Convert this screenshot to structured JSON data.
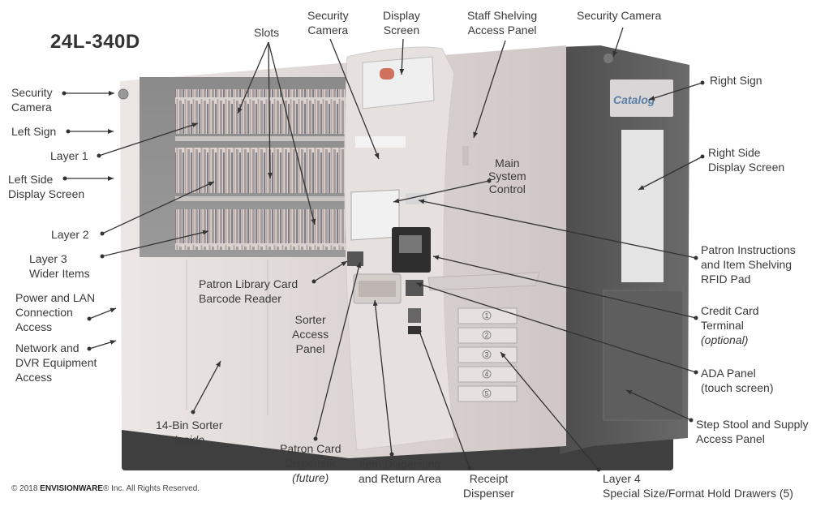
{
  "model": "24L-340D",
  "labels": {
    "slots": "Slots",
    "security_camera_top": [
      "Security",
      "Camera"
    ],
    "display_screen": [
      "Display",
      "Screen"
    ],
    "staff_shelving": [
      "Staff Shelving",
      "Access Panel"
    ],
    "security_camera_right": "Security Camera",
    "security_camera_left": [
      "Security",
      "Camera"
    ],
    "left_sign": "Left Sign",
    "layer_1": "Layer 1",
    "left_side_display": [
      "Left Side",
      "Display Screen"
    ],
    "layer_2": "Layer 2",
    "layer_3": [
      "Layer 3",
      "Wider Items"
    ],
    "power_lan": [
      "Power and LAN",
      "Connection",
      "Access"
    ],
    "network_dvr": [
      "Network and",
      "DVR Equipment",
      "Access"
    ],
    "fourteen_bin": [
      "14-Bin Sorter",
      "Inside"
    ],
    "patron_library_card": [
      "Patron Library Card",
      "Barcode Reader"
    ],
    "sorter_access": [
      "Sorter",
      "Access",
      "Panel"
    ],
    "main_system": [
      "Main",
      "System",
      "Control"
    ],
    "right_sign": "Right Sign",
    "right_side_display": [
      "Right Side",
      "Display Screen"
    ],
    "patron_instructions": [
      "Patron Instructions",
      "and Item Shelving",
      "RFID Pad"
    ],
    "credit_card": [
      "Credit Card",
      "Terminal",
      "(optional)"
    ],
    "ada_panel": [
      "ADA Panel",
      "(touch screen)"
    ],
    "step_stool": [
      "Step Stool and Supply",
      "Access Panel"
    ],
    "patron_card_dispenser": [
      "Patron Card",
      "Dispenser",
      "(future)"
    ],
    "item_dispensing": [
      "Item Dispensing",
      "and Return Area"
    ],
    "receipt_dispenser": [
      "Receipt",
      "Dispenser"
    ],
    "layer_4": [
      "Layer 4",
      "Special Size/Format Hold Drawers (5)"
    ]
  },
  "machine": {
    "right_sign_text": "Catalog",
    "drawer_numbers": [
      "1",
      "2",
      "3",
      "4",
      "5"
    ]
  },
  "copyright": {
    "prefix": "© 2018 ",
    "brand": "ENVISIONWARE",
    "suffix": "® Inc. All Rights Reserved."
  },
  "colors": {
    "label_text": "#3a3a3a",
    "leader_line": "#333333",
    "cabinet_light": "#e4dedc",
    "cabinet_dark": "#5a5a5a"
  }
}
